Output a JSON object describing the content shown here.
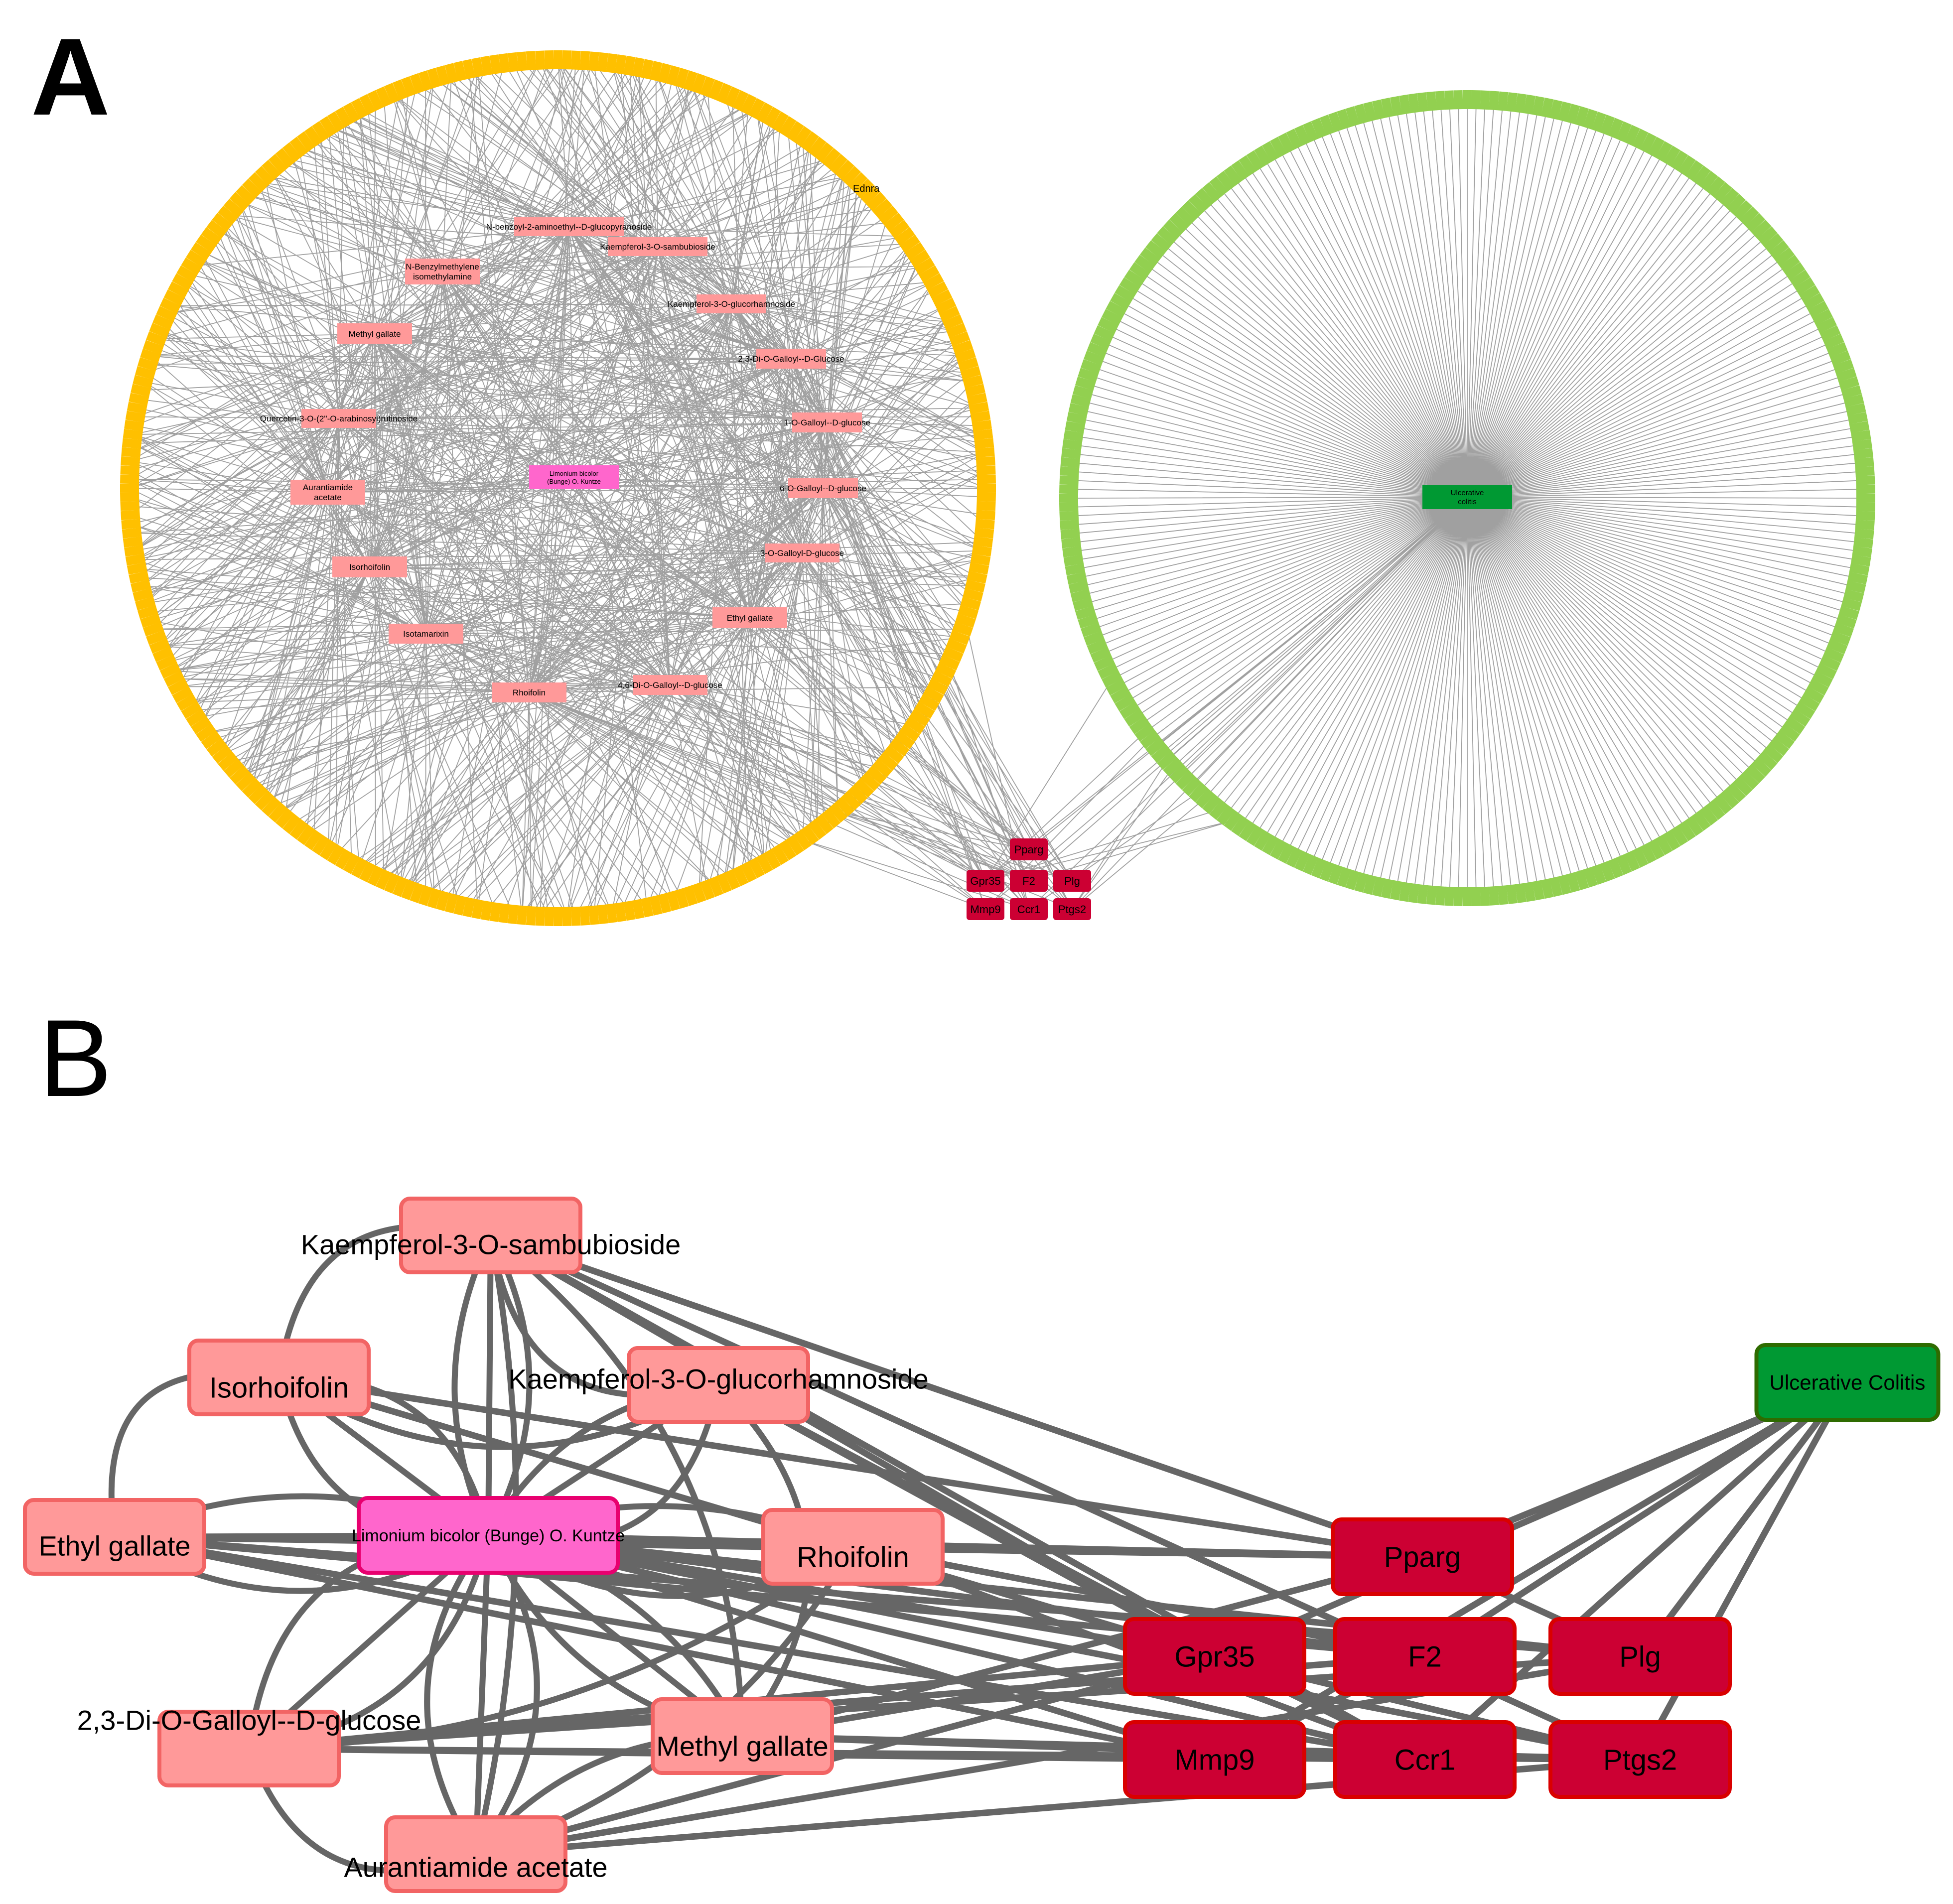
{
  "panel_a": {
    "label": "A",
    "herb": {
      "label": "Limonium bicolor (Bunge) O. Kuntze"
    },
    "disease": {
      "label": "Ulcerative colitis"
    },
    "compounds": [
      "N-benzoyl-2-aminoethyl--D-glucopyranoside",
      "N-Benzylmethylene isomethylamine",
      "Kaempferol-3-O-sambubioside",
      "Kaempferol-3-O-glucorhamnoside",
      "Methyl gallate",
      "2,3-Di-O-Galloyl--D-Glucose",
      "Quercetin-3-O-(2''-O-arabinosyl)rutinoside",
      "1-O-Galloyl--D-glucose",
      "Aurantiamide acetate",
      "6-O-Galloyl--D-glucose",
      "3-O-Galloyl-D-glucose",
      "Isorhoifolin",
      "Ethyl gallate",
      "Isotamarixin",
      "Rhoifolin",
      "4,6-Di-O-Galloyl--D-glucose"
    ],
    "outer_label": "Ednra",
    "shared_targets": [
      "Pparg",
      "Gpr35",
      "F2",
      "Plg",
      "Mmp9",
      "Ccr1",
      "Ptgs2"
    ],
    "colors": {
      "herb": "#ff66cc",
      "compound": "#ff9999",
      "herb_target": "#ffc000",
      "disease_target": "#92d050",
      "disease": "#009933",
      "shared_target": "#cc0033",
      "edge": "#808080"
    }
  },
  "panel_b": {
    "label": "B",
    "herb": {
      "label": "Limonium bicolor (Bunge) O. Kuntze"
    },
    "disease": {
      "label": "Ulcerative Colitis"
    },
    "compounds": [
      "Kaempferol-3-O-sambubioside",
      "Isorhoifolin",
      "Kaempferol-3-O-glucorhamnoside",
      "Ethyl gallate",
      "Rhoifolin",
      "2,3-Di-O-Galloyl--D-glucose",
      "Methyl gallate",
      "Aurantiamide acetate"
    ],
    "targets": [
      "Pparg",
      "Gpr35",
      "F2",
      "Plg",
      "Mmp9",
      "Ccr1",
      "Ptgs2"
    ],
    "colors": {
      "herb_fill": "#ff66cc",
      "herb_stroke": "#e8006f",
      "compound_fill": "#ff9999",
      "compound_stroke": "#f26464",
      "target_fill": "#cc0033",
      "target_stroke": "#d90000",
      "disease_fill": "#009933",
      "disease_stroke": "#2e6b00",
      "edge": "#666666"
    }
  }
}
